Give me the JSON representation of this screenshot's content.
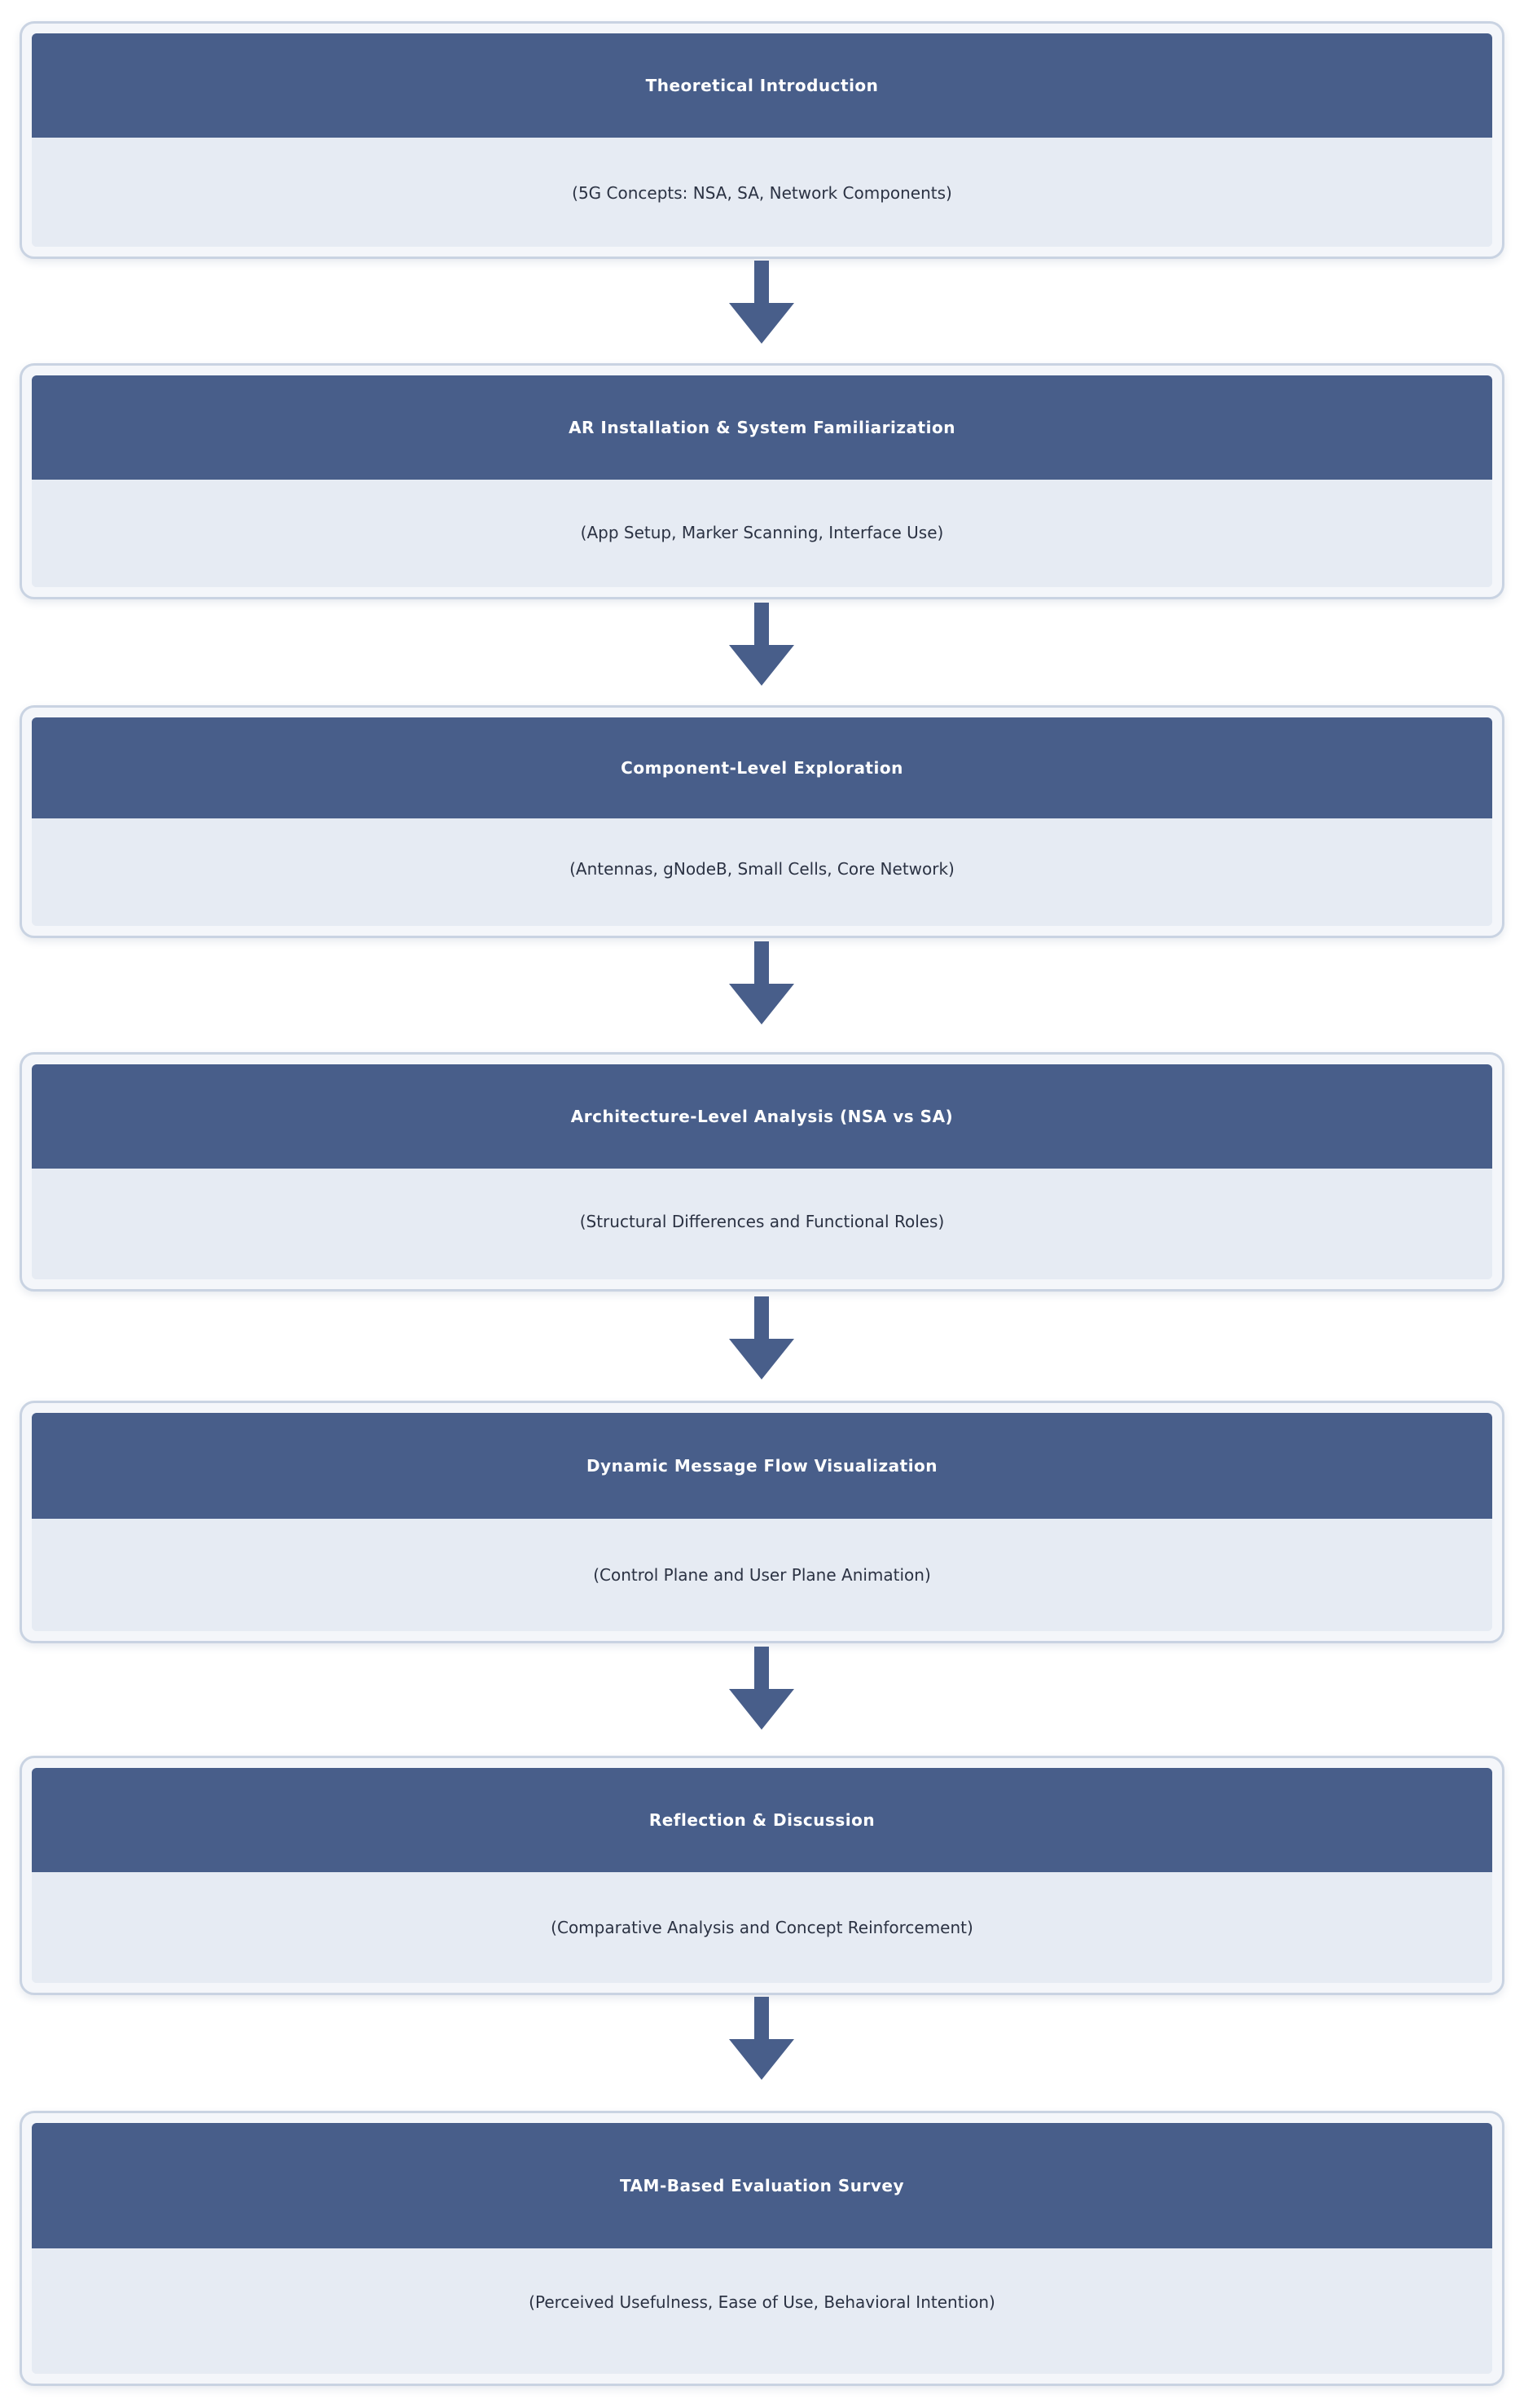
{
  "steps": [
    {
      "title": "Theoretical Introduction",
      "subtitle": "(5G Concepts: NSA, SA, Network Components)"
    },
    {
      "title": "AR Installation & System Familiarization",
      "subtitle": "(App Setup, Marker Scanning, Interface Use)"
    },
    {
      "title": "Component-Level Exploration",
      "subtitle": "(Antennas, gNodeB, Small Cells, Core Network)"
    },
    {
      "title": "Architecture-Level Analysis (NSA vs SA)",
      "subtitle": "(Structural Differences and Functional Roles)"
    },
    {
      "title": "Dynamic Message Flow Visualization",
      "subtitle": "(Control Plane and User Plane Animation)"
    },
    {
      "title": "Reflection & Discussion",
      "subtitle": "(Comparative Analysis and Concept Reinforcement)"
    },
    {
      "title": "TAM-Based Evaluation Survey",
      "subtitle": "(Perceived Usefulness, Ease of Use, Behavioral Intention)"
    }
  ],
  "colors": {
    "header": "#485e8a",
    "body": "#e6ebf3",
    "arrow": "#485e8a",
    "border": "#c9d3e2"
  },
  "icons": {
    "connector": "down-arrow-icon"
  }
}
